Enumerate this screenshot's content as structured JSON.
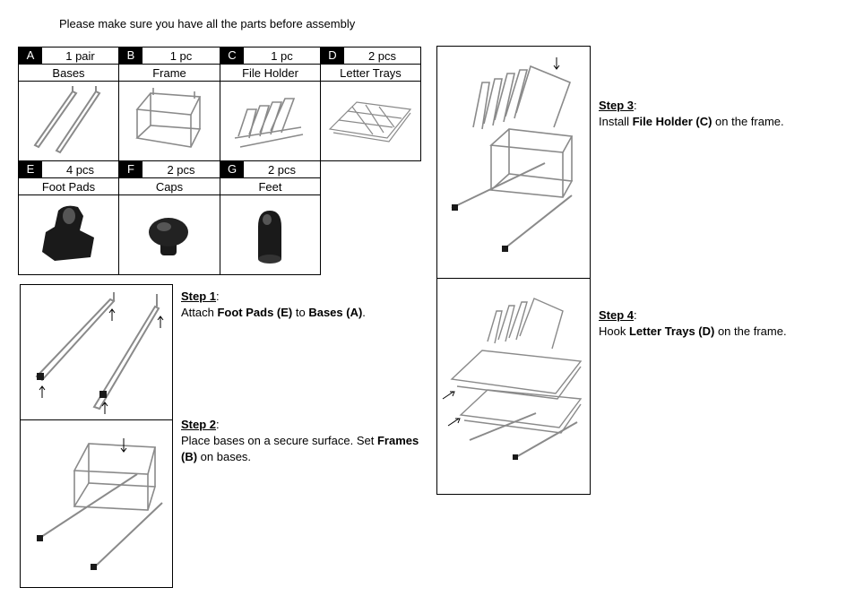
{
  "intro": "Please make sure you have all the parts before assembly",
  "parts": [
    {
      "letter": "A",
      "qty": "1 pair",
      "name": "Bases"
    },
    {
      "letter": "B",
      "qty": "1 pc",
      "name": "Frame"
    },
    {
      "letter": "C",
      "qty": "1 pc",
      "name": "File Holder"
    },
    {
      "letter": "D",
      "qty": "2 pcs",
      "name": "Letter Trays"
    },
    {
      "letter": "E",
      "qty": "4 pcs",
      "name": "Foot Pads"
    },
    {
      "letter": "F",
      "qty": "2 pcs",
      "name": "Caps"
    },
    {
      "letter": "G",
      "qty": "2 pcs",
      "name": "Feet"
    }
  ],
  "steps": {
    "s1": {
      "title": "Step 1",
      "pre": "Attach ",
      "b1": "Foot Pads (E)",
      "mid": " to ",
      "b2": "Bases (A)",
      "post": "."
    },
    "s2": {
      "title": "Step 2",
      "pre": "Place bases on a secure surface. Set ",
      "b1": "Frames (B)",
      "post": " on bases."
    },
    "s3": {
      "title": "Step 3",
      "pre": "Install ",
      "b1": "File Holder (C)",
      "post": " on the frame."
    },
    "s4": {
      "title": "Step 4",
      "pre": "Hook ",
      "b1": "Letter Trays (D)",
      "post": " on the frame."
    }
  },
  "colors": {
    "metal": "#8a8a8a",
    "rubber": "#1a1a1a"
  }
}
